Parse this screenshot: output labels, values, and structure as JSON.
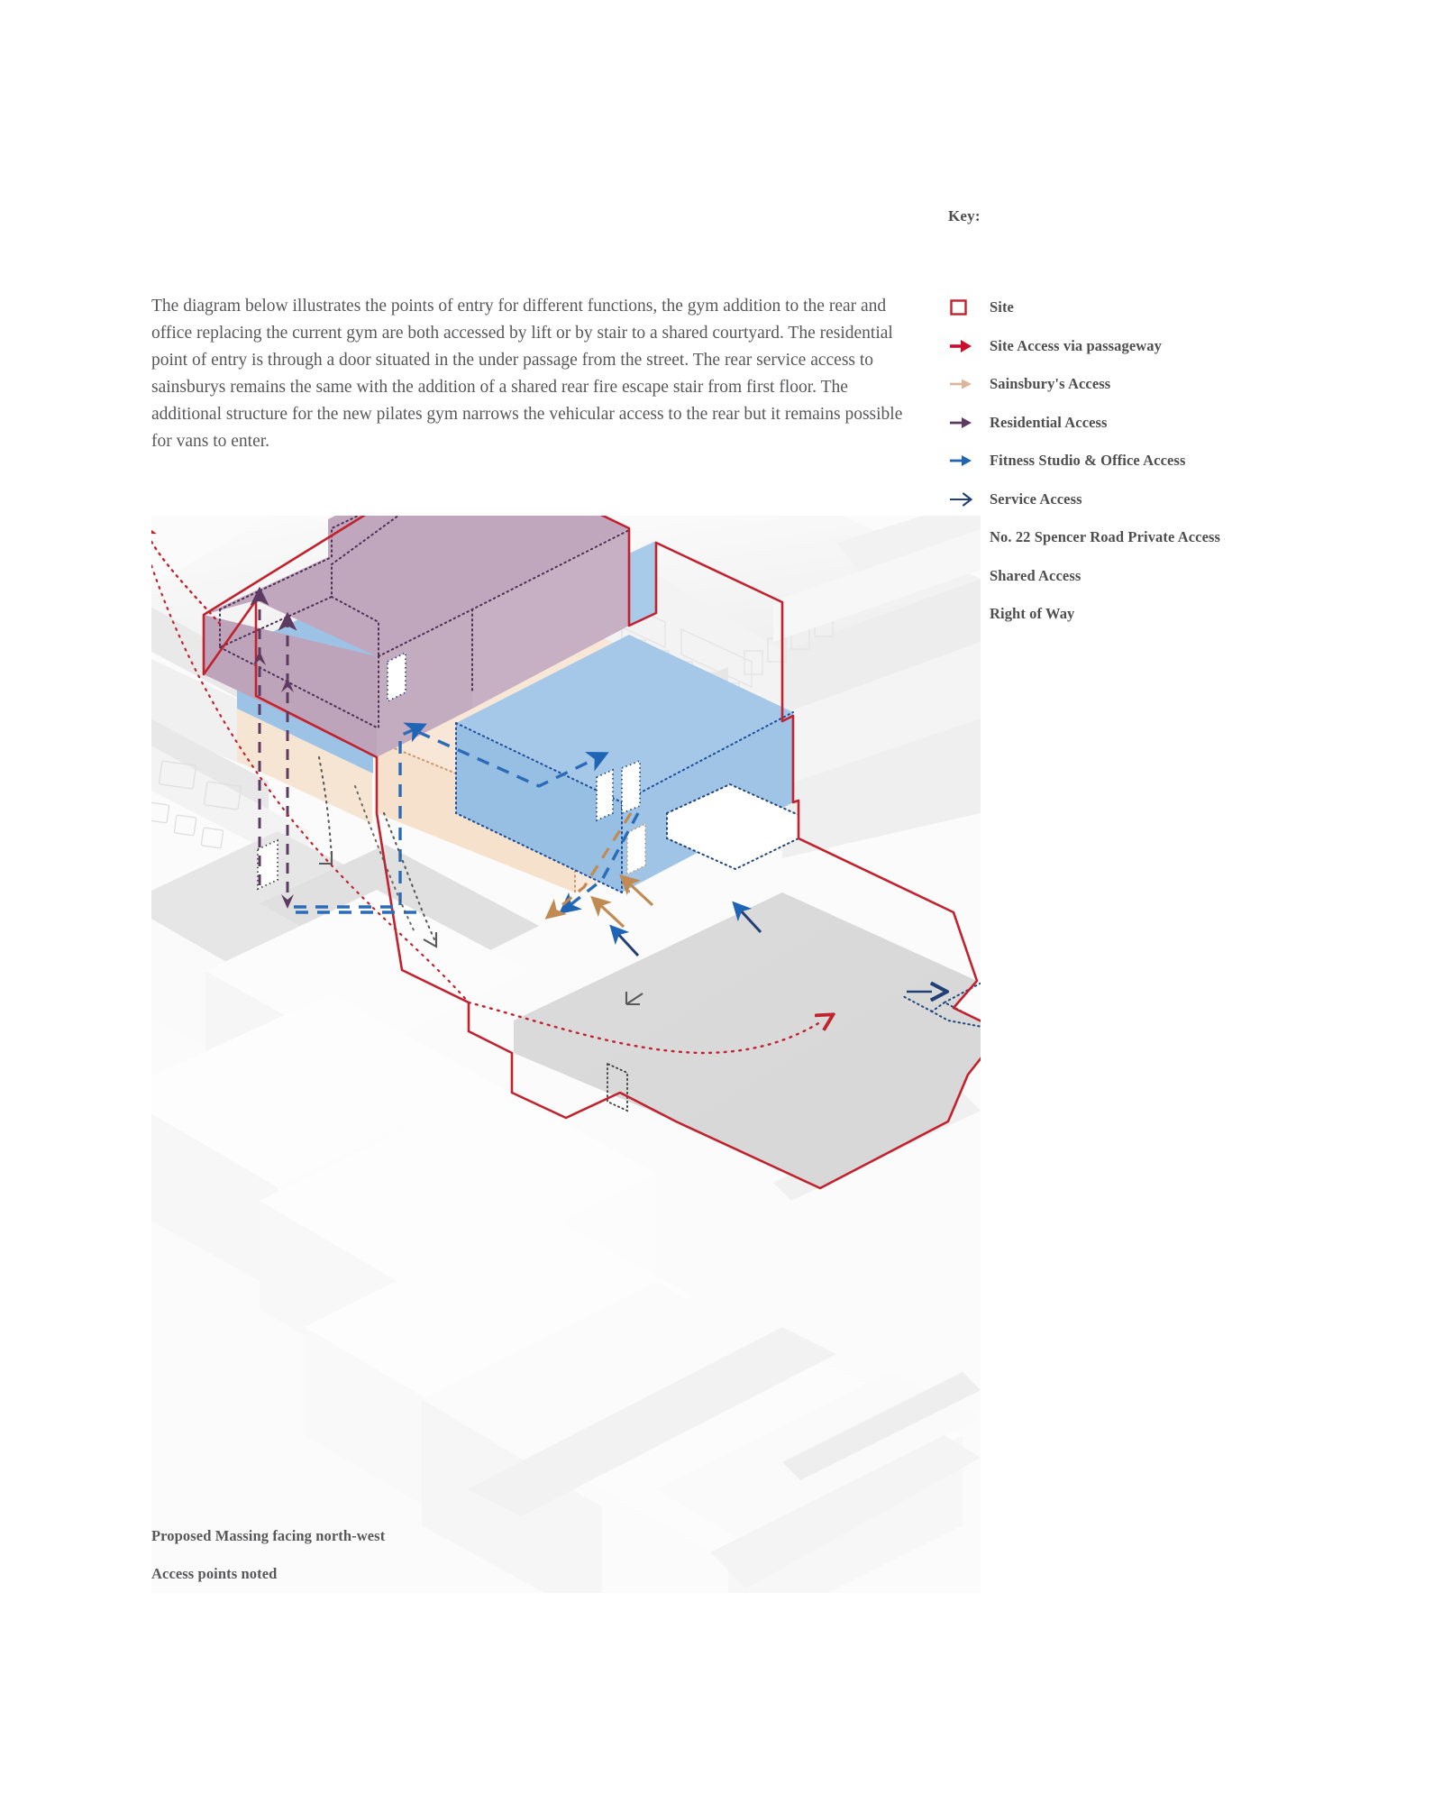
{
  "paragraph": {
    "text": "The diagram below illustrates the points of entry for different functions, the gym addition to the rear and office replacing the current gym are both accessed by lift or by stair to a shared courtyard. The residential point of entry is through a door situated in the under passage from the street. The rear service access to sainsburys remains the same with the addition of a shared rear fire escape stair from first floor. The additional structure for the new pilates gym narrows the vehicular access to the rear but it remains possible for vans to enter."
  },
  "legend": {
    "title": "Key:",
    "items": [
      {
        "icon": "site-square-icon",
        "label": "Site",
        "color": "#c0222e",
        "style": "square"
      },
      {
        "icon": "arrow-solid-icon",
        "label": "Site Access via passageway",
        "color": "#c8102e",
        "style": "solid-thick"
      },
      {
        "icon": "arrow-solid-icon",
        "label": "Sainsbury's Access",
        "color": "#dcb49a",
        "style": "solid-thin"
      },
      {
        "icon": "arrow-solid-icon",
        "label": "Residential Access",
        "color": "#5d3a62",
        "style": "solid-thin"
      },
      {
        "icon": "arrow-solid-icon",
        "label": "Fitness Studio & Office Access",
        "color": "#1f64b5",
        "style": "solid-thin"
      },
      {
        "icon": "arrow-outline-icon",
        "label": "Service Access",
        "color": "#233f77",
        "style": "outline"
      },
      {
        "icon": "arrow-outline-icon",
        "label": "No. 22 Spencer Road Private Access",
        "color": "#4a4a4a",
        "style": "outline"
      },
      {
        "icon": "arrow-dotted-icon",
        "label": "Shared Access",
        "color": "#c0222e",
        "style": "dotted"
      },
      {
        "icon": "arrow-dotted-icon",
        "label": "Right of Way",
        "color": "#3c3c3c",
        "style": "dotted"
      }
    ]
  },
  "caption": {
    "line1": "Proposed Massing facing north-west",
    "line2": "Access points noted"
  },
  "diagram": {
    "title": "Proposed Massing facing north-west",
    "colors": {
      "site_boundary": "#c0222e",
      "residential_mass": "#5d3a62",
      "fitness_mass": "#1f64b5",
      "sainsburys_mass": "#c99a6e",
      "service_arrow": "#233f77",
      "right_of_way": "#3c3c3c",
      "ground": "#d8d8d8",
      "context": "#f2f2f2"
    }
  }
}
